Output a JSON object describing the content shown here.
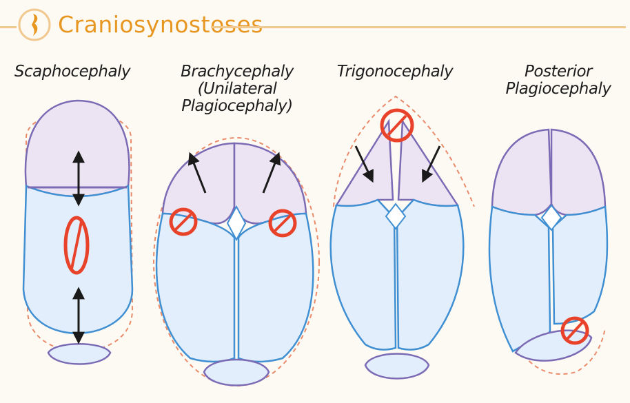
{
  "header": {
    "title": "Craniosynostoses",
    "logo_icon": "skull-profile-icon"
  },
  "panels": [
    {
      "id": "scaphocephaly",
      "label": "Scaphocephaly"
    },
    {
      "id": "brachycephaly",
      "label": "Brachycephaly\n(Unilateral\nPlagiocephaly)"
    },
    {
      "id": "trigonocephaly",
      "label": "Trigonocephaly"
    },
    {
      "id": "posterior-plagiocephaly",
      "label": "Posterior\nPlagiocephaly"
    }
  ],
  "colors": {
    "accent": "#e7961f",
    "fused_suture": "#e8432a",
    "frontal_bone": "#ece4f2",
    "parietal_bone": "#e2eefb",
    "bone_outline_blue": "#3f8fd2",
    "bone_outline_purple": "#7b6bb5",
    "arrow": "#1a1a1a",
    "dashed_outline": "#e98b6a"
  }
}
